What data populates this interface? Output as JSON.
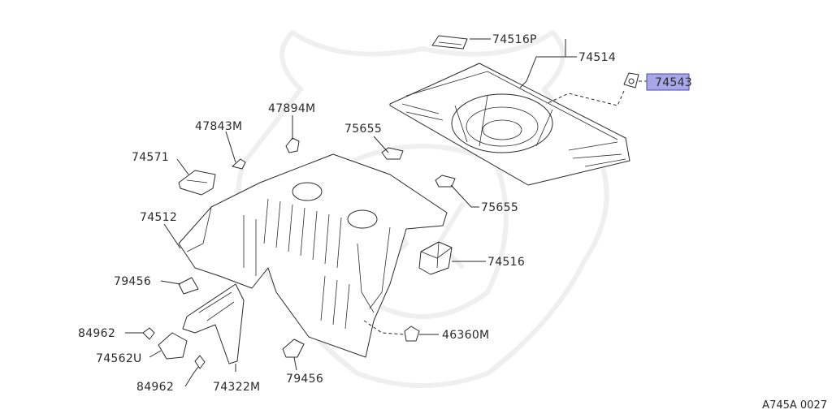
{
  "parts": {
    "p74516P": "74516P",
    "p74514": "74514",
    "p74543": "74543",
    "p47894M": "47894M",
    "p47843M": "47843M",
    "p75655_a": "75655",
    "p75655_b": "75655",
    "p74571": "74571",
    "p74512": "74512",
    "p74516": "74516",
    "p79456_a": "79456",
    "p79456_b": "79456",
    "p84962_a": "84962",
    "p84962_b": "84962",
    "p74562U": "74562U",
    "p74322M": "74322M",
    "p46360M": "46360M"
  },
  "diagram_code": "A745A 0027",
  "highlight_color": "#a8a8e8"
}
